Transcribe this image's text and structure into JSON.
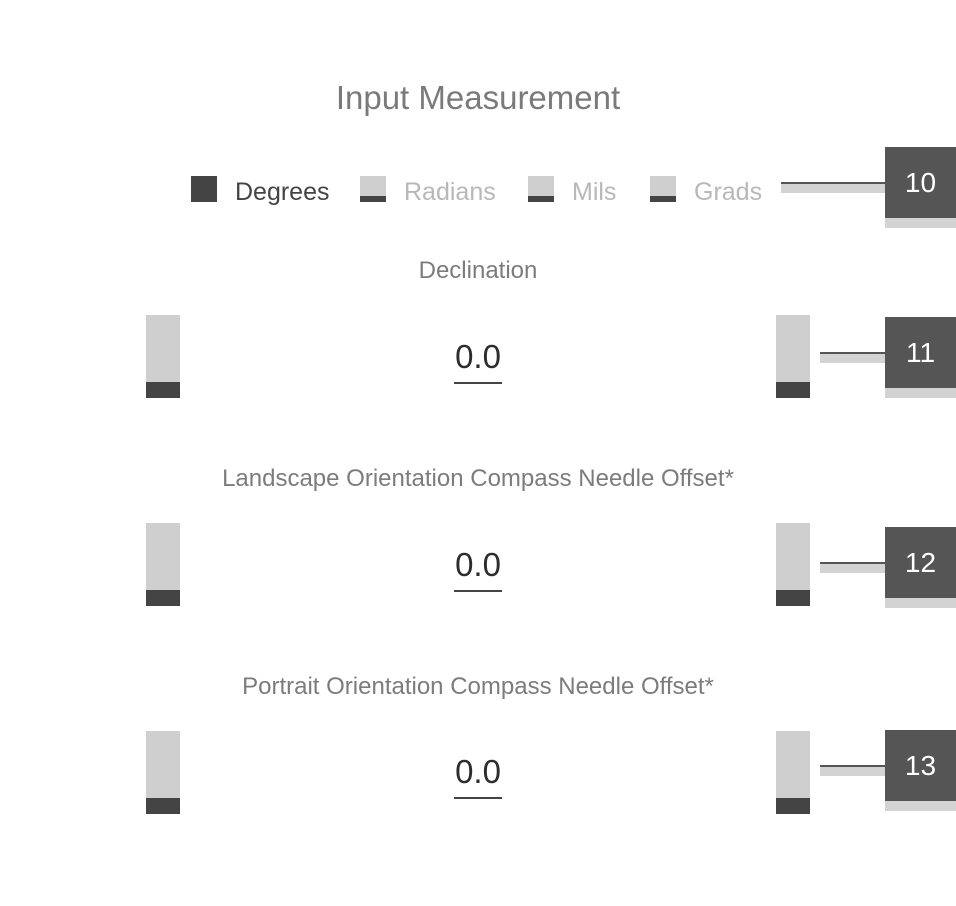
{
  "title": "Input Measurement",
  "units": {
    "degrees": "Degrees",
    "radians": "Radians",
    "mils": "Mils",
    "grads": "Grads",
    "selected": "Degrees"
  },
  "sections": {
    "declination": {
      "label": "Declination",
      "value": "0.0"
    },
    "landscape": {
      "label": "Landscape Orientation Compass Needle Offset*",
      "value": "0.0"
    },
    "portrait": {
      "label": "Portrait Orientation Compass Needle Offset*",
      "value": "0.0"
    }
  },
  "callouts": [
    "10",
    "11",
    "12",
    "13"
  ],
  "colors": {
    "dark": "#444444",
    "light": "#cfcfcf",
    "callout": "#555555",
    "text": "#7a7a7a"
  }
}
